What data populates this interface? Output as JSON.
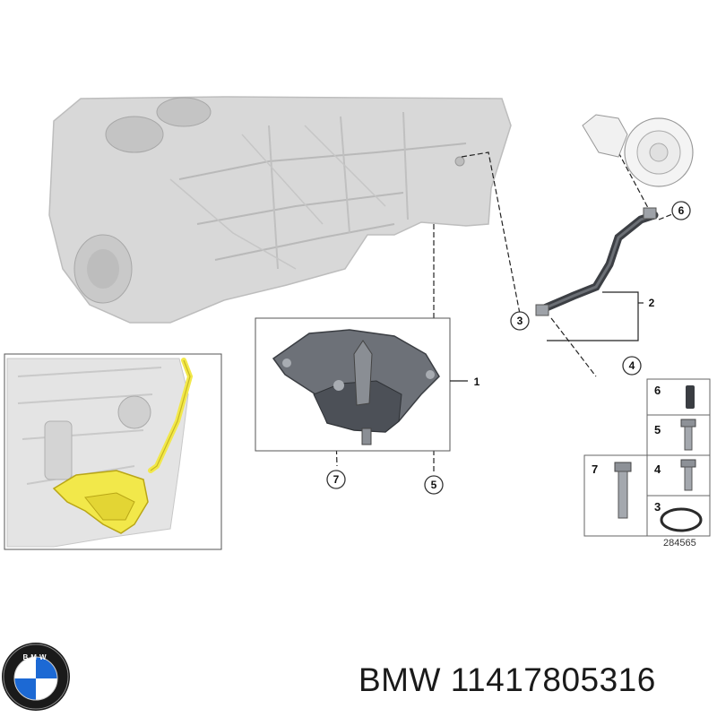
{
  "diagram": {
    "callouts": {
      "c1": "1",
      "c2": "2",
      "c3": "3",
      "c4": "4",
      "c5": "5",
      "c6": "6",
      "c7": "7"
    },
    "legend": {
      "item6": "6",
      "item5": "5",
      "item7": "7",
      "item4": "4",
      "item3": "3"
    },
    "diagram_id": "284565"
  },
  "footer": {
    "brand": "BMW",
    "part_number": "11417805316",
    "logo_letters": "BMW"
  },
  "colors": {
    "engine_gray": "#d6d6d6",
    "highlight_yellow": "#f2e84a",
    "pump_dark": "#5a5f66",
    "bmw_blue": "#1c69d4"
  }
}
